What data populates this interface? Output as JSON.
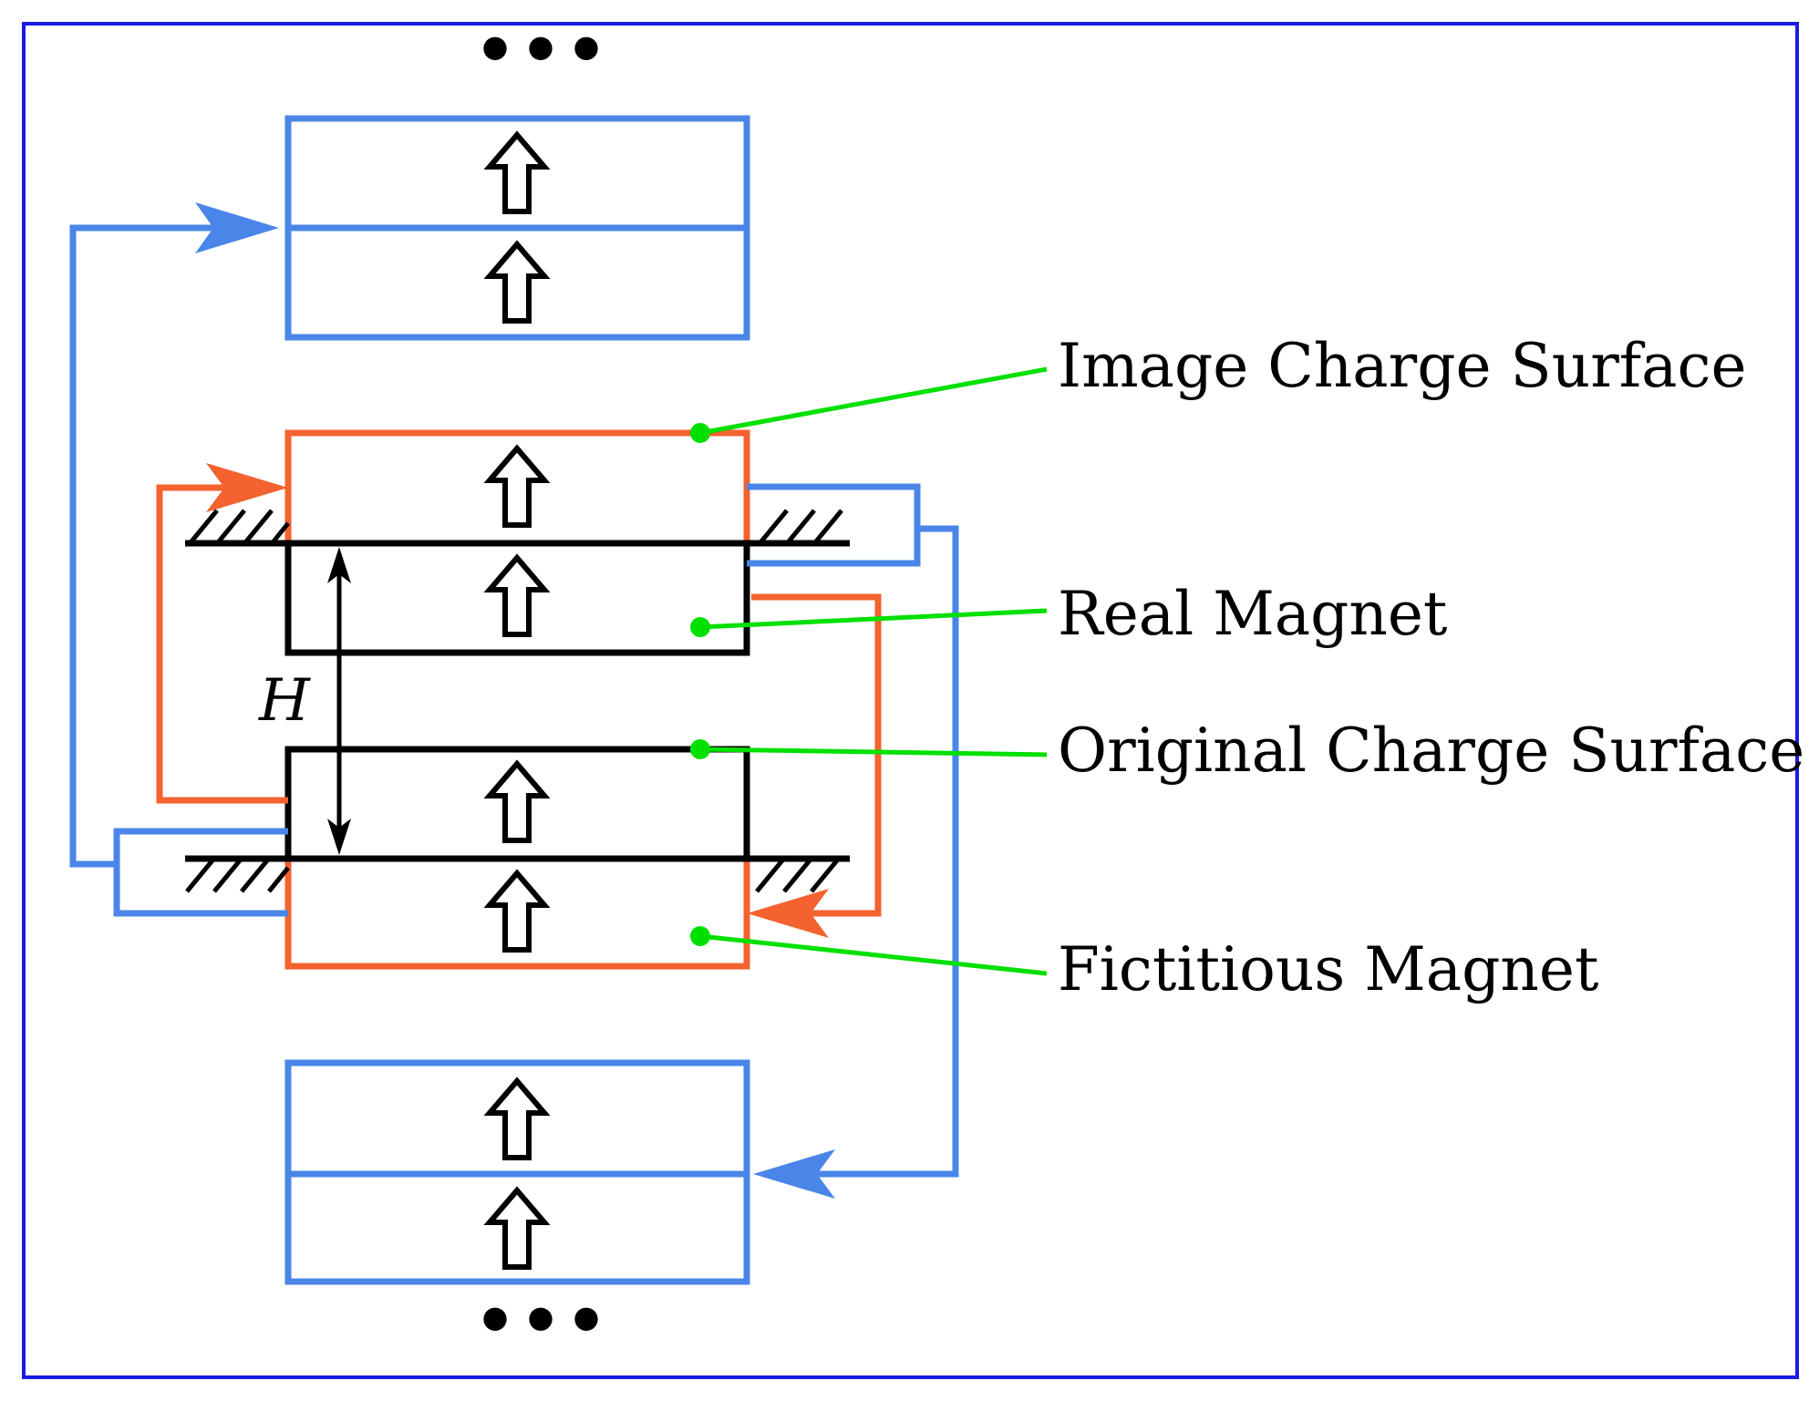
{
  "labels": {
    "image_charge_surface": "Image Charge Surface",
    "real_magnet": "Real Magnet",
    "original_charge_surface": "Original Charge Surface",
    "fictitious_magnet": "Fictitious Magnet",
    "height": "H",
    "ellipsis_top": "•••",
    "ellipsis_bottom": "•••"
  },
  "colors": {
    "frame": "#1a1ae6",
    "blue": "#4a86e8",
    "orange": "#f4622f",
    "black": "#000000",
    "green": "#00e000"
  }
}
